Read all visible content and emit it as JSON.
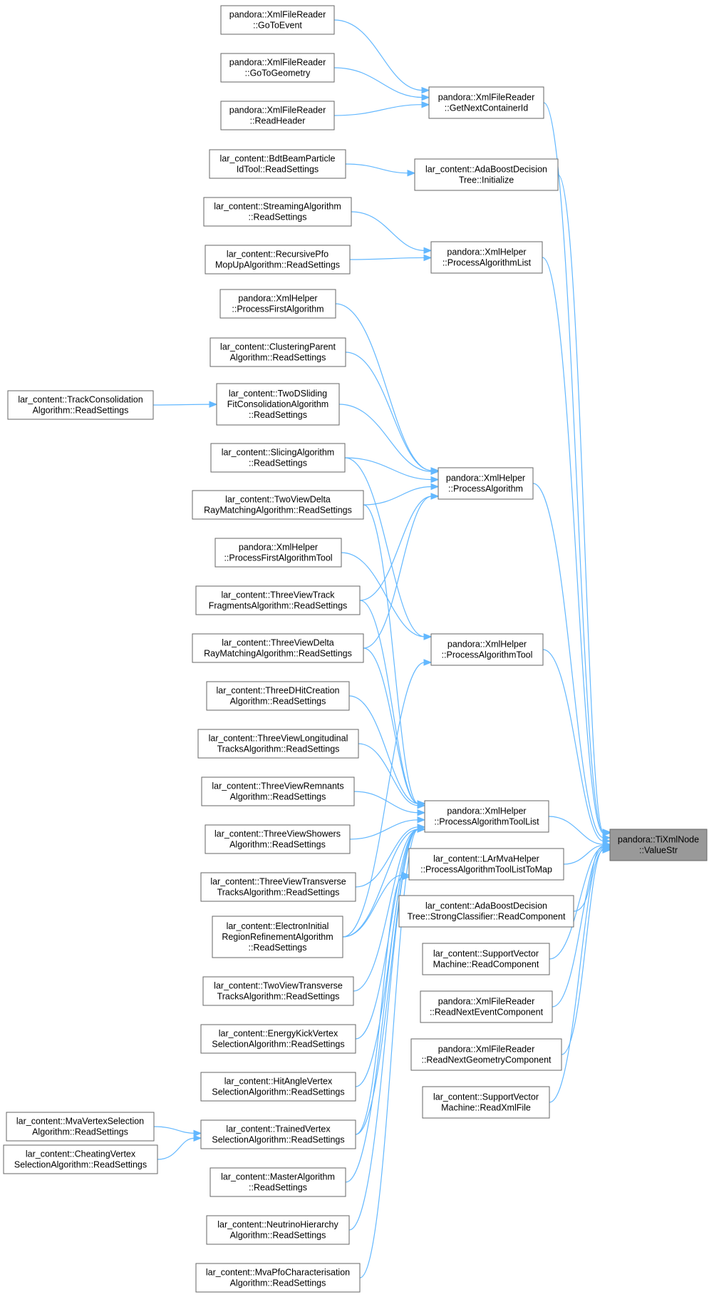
{
  "graph": {
    "title": "",
    "colors": {
      "edge": "#63b8ff",
      "node_border": "#666666",
      "root_fill": "#999999",
      "node_fill": "#ffffff"
    },
    "nodes": [
      {
        "id": "root",
        "lines": [
          "pandora::TiXmlNode",
          "::ValueStr"
        ],
        "highlighted": true
      },
      {
        "id": "goToEvent",
        "lines": [
          "pandora::XmlFileReader",
          "::GoToEvent"
        ]
      },
      {
        "id": "goToGeometry",
        "lines": [
          "pandora::XmlFileReader",
          "::GoToGeometry"
        ]
      },
      {
        "id": "readHeader",
        "lines": [
          "pandora::XmlFileReader",
          "::ReadHeader"
        ]
      },
      {
        "id": "getNextContainerId",
        "lines": [
          "pandora::XmlFileReader",
          "::GetNextContainerId"
        ]
      },
      {
        "id": "bdtBeam",
        "lines": [
          "lar_content::BdtBeamParticle",
          "IdTool::ReadSettings"
        ]
      },
      {
        "id": "adaInit",
        "lines": [
          "lar_content::AdaBoostDecision",
          "Tree::Initialize"
        ]
      },
      {
        "id": "streaming",
        "lines": [
          "lar_content::StreamingAlgorithm",
          "::ReadSettings"
        ]
      },
      {
        "id": "recursivePfo",
        "lines": [
          "lar_content::RecursivePfo",
          "MopUpAlgorithm::ReadSettings"
        ]
      },
      {
        "id": "procAlgList",
        "lines": [
          "pandora::XmlHelper",
          "::ProcessAlgorithmList"
        ]
      },
      {
        "id": "procFirstAlg",
        "lines": [
          "pandora::XmlHelper",
          "::ProcessFirstAlgorithm"
        ]
      },
      {
        "id": "clusteringParent",
        "lines": [
          "lar_content::ClusteringParent",
          "Algorithm::ReadSettings"
        ]
      },
      {
        "id": "trackConsolidation",
        "lines": [
          "lar_content::TrackConsolidation",
          "Algorithm::ReadSettings"
        ]
      },
      {
        "id": "twoDSliding",
        "lines": [
          "lar_content::TwoDSliding",
          "FitConsolidationAlgorithm",
          "::ReadSettings"
        ]
      },
      {
        "id": "slicing",
        "lines": [
          "lar_content::SlicingAlgorithm",
          "::ReadSettings"
        ]
      },
      {
        "id": "procAlg",
        "lines": [
          "pandora::XmlHelper",
          "::ProcessAlgorithm"
        ]
      },
      {
        "id": "twoViewDeltaRay",
        "lines": [
          "lar_content::TwoViewDelta",
          "RayMatchingAlgorithm::ReadSettings"
        ]
      },
      {
        "id": "procFirstAlgTool",
        "lines": [
          "pandora::XmlHelper",
          "::ProcessFirstAlgorithmTool"
        ]
      },
      {
        "id": "threeViewTrackFrag",
        "lines": [
          "lar_content::ThreeViewTrack",
          "FragmentsAlgorithm::ReadSettings"
        ]
      },
      {
        "id": "procAlgTool",
        "lines": [
          "pandora::XmlHelper",
          "::ProcessAlgorithmTool"
        ]
      },
      {
        "id": "threeViewDeltaRay",
        "lines": [
          "lar_content::ThreeViewDelta",
          "RayMatchingAlgorithm::ReadSettings"
        ]
      },
      {
        "id": "threeDHitCreation",
        "lines": [
          "lar_content::ThreeDHitCreation",
          "Algorithm::ReadSettings"
        ]
      },
      {
        "id": "threeViewLongitudinal",
        "lines": [
          "lar_content::ThreeViewLongitudinal",
          "TracksAlgorithm::ReadSettings"
        ]
      },
      {
        "id": "threeViewRemnants",
        "lines": [
          "lar_content::ThreeViewRemnants",
          "Algorithm::ReadSettings"
        ]
      },
      {
        "id": "procAlgToolList",
        "lines": [
          "pandora::XmlHelper",
          "::ProcessAlgorithmToolList"
        ]
      },
      {
        "id": "threeViewShowers",
        "lines": [
          "lar_content::ThreeViewShowers",
          "Algorithm::ReadSettings"
        ]
      },
      {
        "id": "larMvaHelper",
        "lines": [
          "lar_content::LArMvaHelper",
          "::ProcessAlgorithmToolListToMap"
        ]
      },
      {
        "id": "threeViewTransverse",
        "lines": [
          "lar_content::ThreeViewTransverse",
          "TracksAlgorithm::ReadSettings"
        ]
      },
      {
        "id": "adaStrong",
        "lines": [
          "lar_content::AdaBoostDecision",
          "Tree::StrongClassifier::ReadComponent"
        ]
      },
      {
        "id": "electronInitial",
        "lines": [
          "lar_content::ElectronInitial",
          "RegionRefinementAlgorithm",
          "::ReadSettings"
        ]
      },
      {
        "id": "svmReadComponent",
        "lines": [
          "lar_content::SupportVector",
          "Machine::ReadComponent"
        ]
      },
      {
        "id": "twoViewTransverse",
        "lines": [
          "lar_content::TwoViewTransverse",
          "TracksAlgorithm::ReadSettings"
        ]
      },
      {
        "id": "readNextEvent",
        "lines": [
          "pandora::XmlFileReader",
          "::ReadNextEventComponent"
        ]
      },
      {
        "id": "energyKick",
        "lines": [
          "lar_content::EnergyKickVertex",
          "SelectionAlgorithm::ReadSettings"
        ]
      },
      {
        "id": "readNextGeometry",
        "lines": [
          "pandora::XmlFileReader",
          "::ReadNextGeometryComponent"
        ]
      },
      {
        "id": "hitAngle",
        "lines": [
          "lar_content::HitAngleVertex",
          "SelectionAlgorithm::ReadSettings"
        ]
      },
      {
        "id": "svmReadXml",
        "lines": [
          "lar_content::SupportVector",
          "Machine::ReadXmlFile"
        ]
      },
      {
        "id": "mvaVertex",
        "lines": [
          "lar_content::MvaVertexSelection",
          "Algorithm::ReadSettings"
        ]
      },
      {
        "id": "trainedVertex",
        "lines": [
          "lar_content::TrainedVertex",
          "SelectionAlgorithm::ReadSettings"
        ]
      },
      {
        "id": "cheatingVertex",
        "lines": [
          "lar_content::CheatingVertex",
          "SelectionAlgorithm::ReadSettings"
        ]
      },
      {
        "id": "masterAlg",
        "lines": [
          "lar_content::MasterAlgorithm",
          "::ReadSettings"
        ]
      },
      {
        "id": "neutrinoHierarchy",
        "lines": [
          "lar_content::NeutrinoHierarchy",
          "Algorithm::ReadSettings"
        ]
      },
      {
        "id": "mvaPfo",
        "lines": [
          "lar_content::MvaPfoCharacterisation",
          "Algorithm::ReadSettings"
        ]
      }
    ],
    "edges": [
      {
        "from": "getNextContainerId",
        "to": "root"
      },
      {
        "from": "adaInit",
        "to": "root"
      },
      {
        "from": "procAlgList",
        "to": "root"
      },
      {
        "from": "procAlg",
        "to": "root"
      },
      {
        "from": "procAlgTool",
        "to": "root"
      },
      {
        "from": "procAlgToolList",
        "to": "root"
      },
      {
        "from": "larMvaHelper",
        "to": "root"
      },
      {
        "from": "adaStrong",
        "to": "root"
      },
      {
        "from": "svmReadComponent",
        "to": "root"
      },
      {
        "from": "readNextEvent",
        "to": "root"
      },
      {
        "from": "readNextGeometry",
        "to": "root"
      },
      {
        "from": "svmReadXml",
        "to": "root"
      },
      {
        "from": "goToEvent",
        "to": "getNextContainerId"
      },
      {
        "from": "goToGeometry",
        "to": "getNextContainerId"
      },
      {
        "from": "readHeader",
        "to": "getNextContainerId"
      },
      {
        "from": "bdtBeam",
        "to": "adaInit"
      },
      {
        "from": "streaming",
        "to": "procAlgList"
      },
      {
        "from": "recursivePfo",
        "to": "procAlgList"
      },
      {
        "from": "procFirstAlg",
        "to": "procAlg"
      },
      {
        "from": "clusteringParent",
        "to": "procAlg"
      },
      {
        "from": "twoDSliding",
        "to": "procAlg"
      },
      {
        "from": "slicing",
        "to": "procAlg"
      },
      {
        "from": "twoViewDeltaRay",
        "to": "procAlg"
      },
      {
        "from": "threeViewTrackFrag",
        "to": "procAlg"
      },
      {
        "from": "threeViewDeltaRay",
        "to": "procAlg"
      },
      {
        "from": "trackConsolidation",
        "to": "twoDSliding"
      },
      {
        "from": "procFirstAlgTool",
        "to": "procAlgTool"
      },
      {
        "from": "slicing",
        "to": "procAlgTool"
      },
      {
        "from": "electronInitial",
        "to": "procAlgTool"
      },
      {
        "from": "twoViewDeltaRay",
        "to": "procAlgToolList"
      },
      {
        "from": "threeViewTrackFrag",
        "to": "procAlgToolList"
      },
      {
        "from": "threeViewDeltaRay",
        "to": "procAlgToolList"
      },
      {
        "from": "threeDHitCreation",
        "to": "procAlgToolList"
      },
      {
        "from": "threeViewLongitudinal",
        "to": "procAlgToolList"
      },
      {
        "from": "threeViewRemnants",
        "to": "procAlgToolList"
      },
      {
        "from": "threeViewShowers",
        "to": "procAlgToolList"
      },
      {
        "from": "threeViewTransverse",
        "to": "procAlgToolList"
      },
      {
        "from": "electronInitial",
        "to": "procAlgToolList"
      },
      {
        "from": "twoViewTransverse",
        "to": "procAlgToolList"
      },
      {
        "from": "energyKick",
        "to": "procAlgToolList"
      },
      {
        "from": "hitAngle",
        "to": "procAlgToolList"
      },
      {
        "from": "trainedVertex",
        "to": "procAlgToolList"
      },
      {
        "from": "masterAlg",
        "to": "procAlgToolList"
      },
      {
        "from": "neutrinoHierarchy",
        "to": "procAlgToolList"
      },
      {
        "from": "mvaPfo",
        "to": "procAlgToolList"
      },
      {
        "from": "electronInitial",
        "to": "larMvaHelper"
      },
      {
        "from": "trainedVertex",
        "to": "larMvaHelper"
      },
      {
        "from": "mvaVertex",
        "to": "trainedVertex"
      },
      {
        "from": "cheatingVertex",
        "to": "trainedVertex"
      }
    ]
  }
}
